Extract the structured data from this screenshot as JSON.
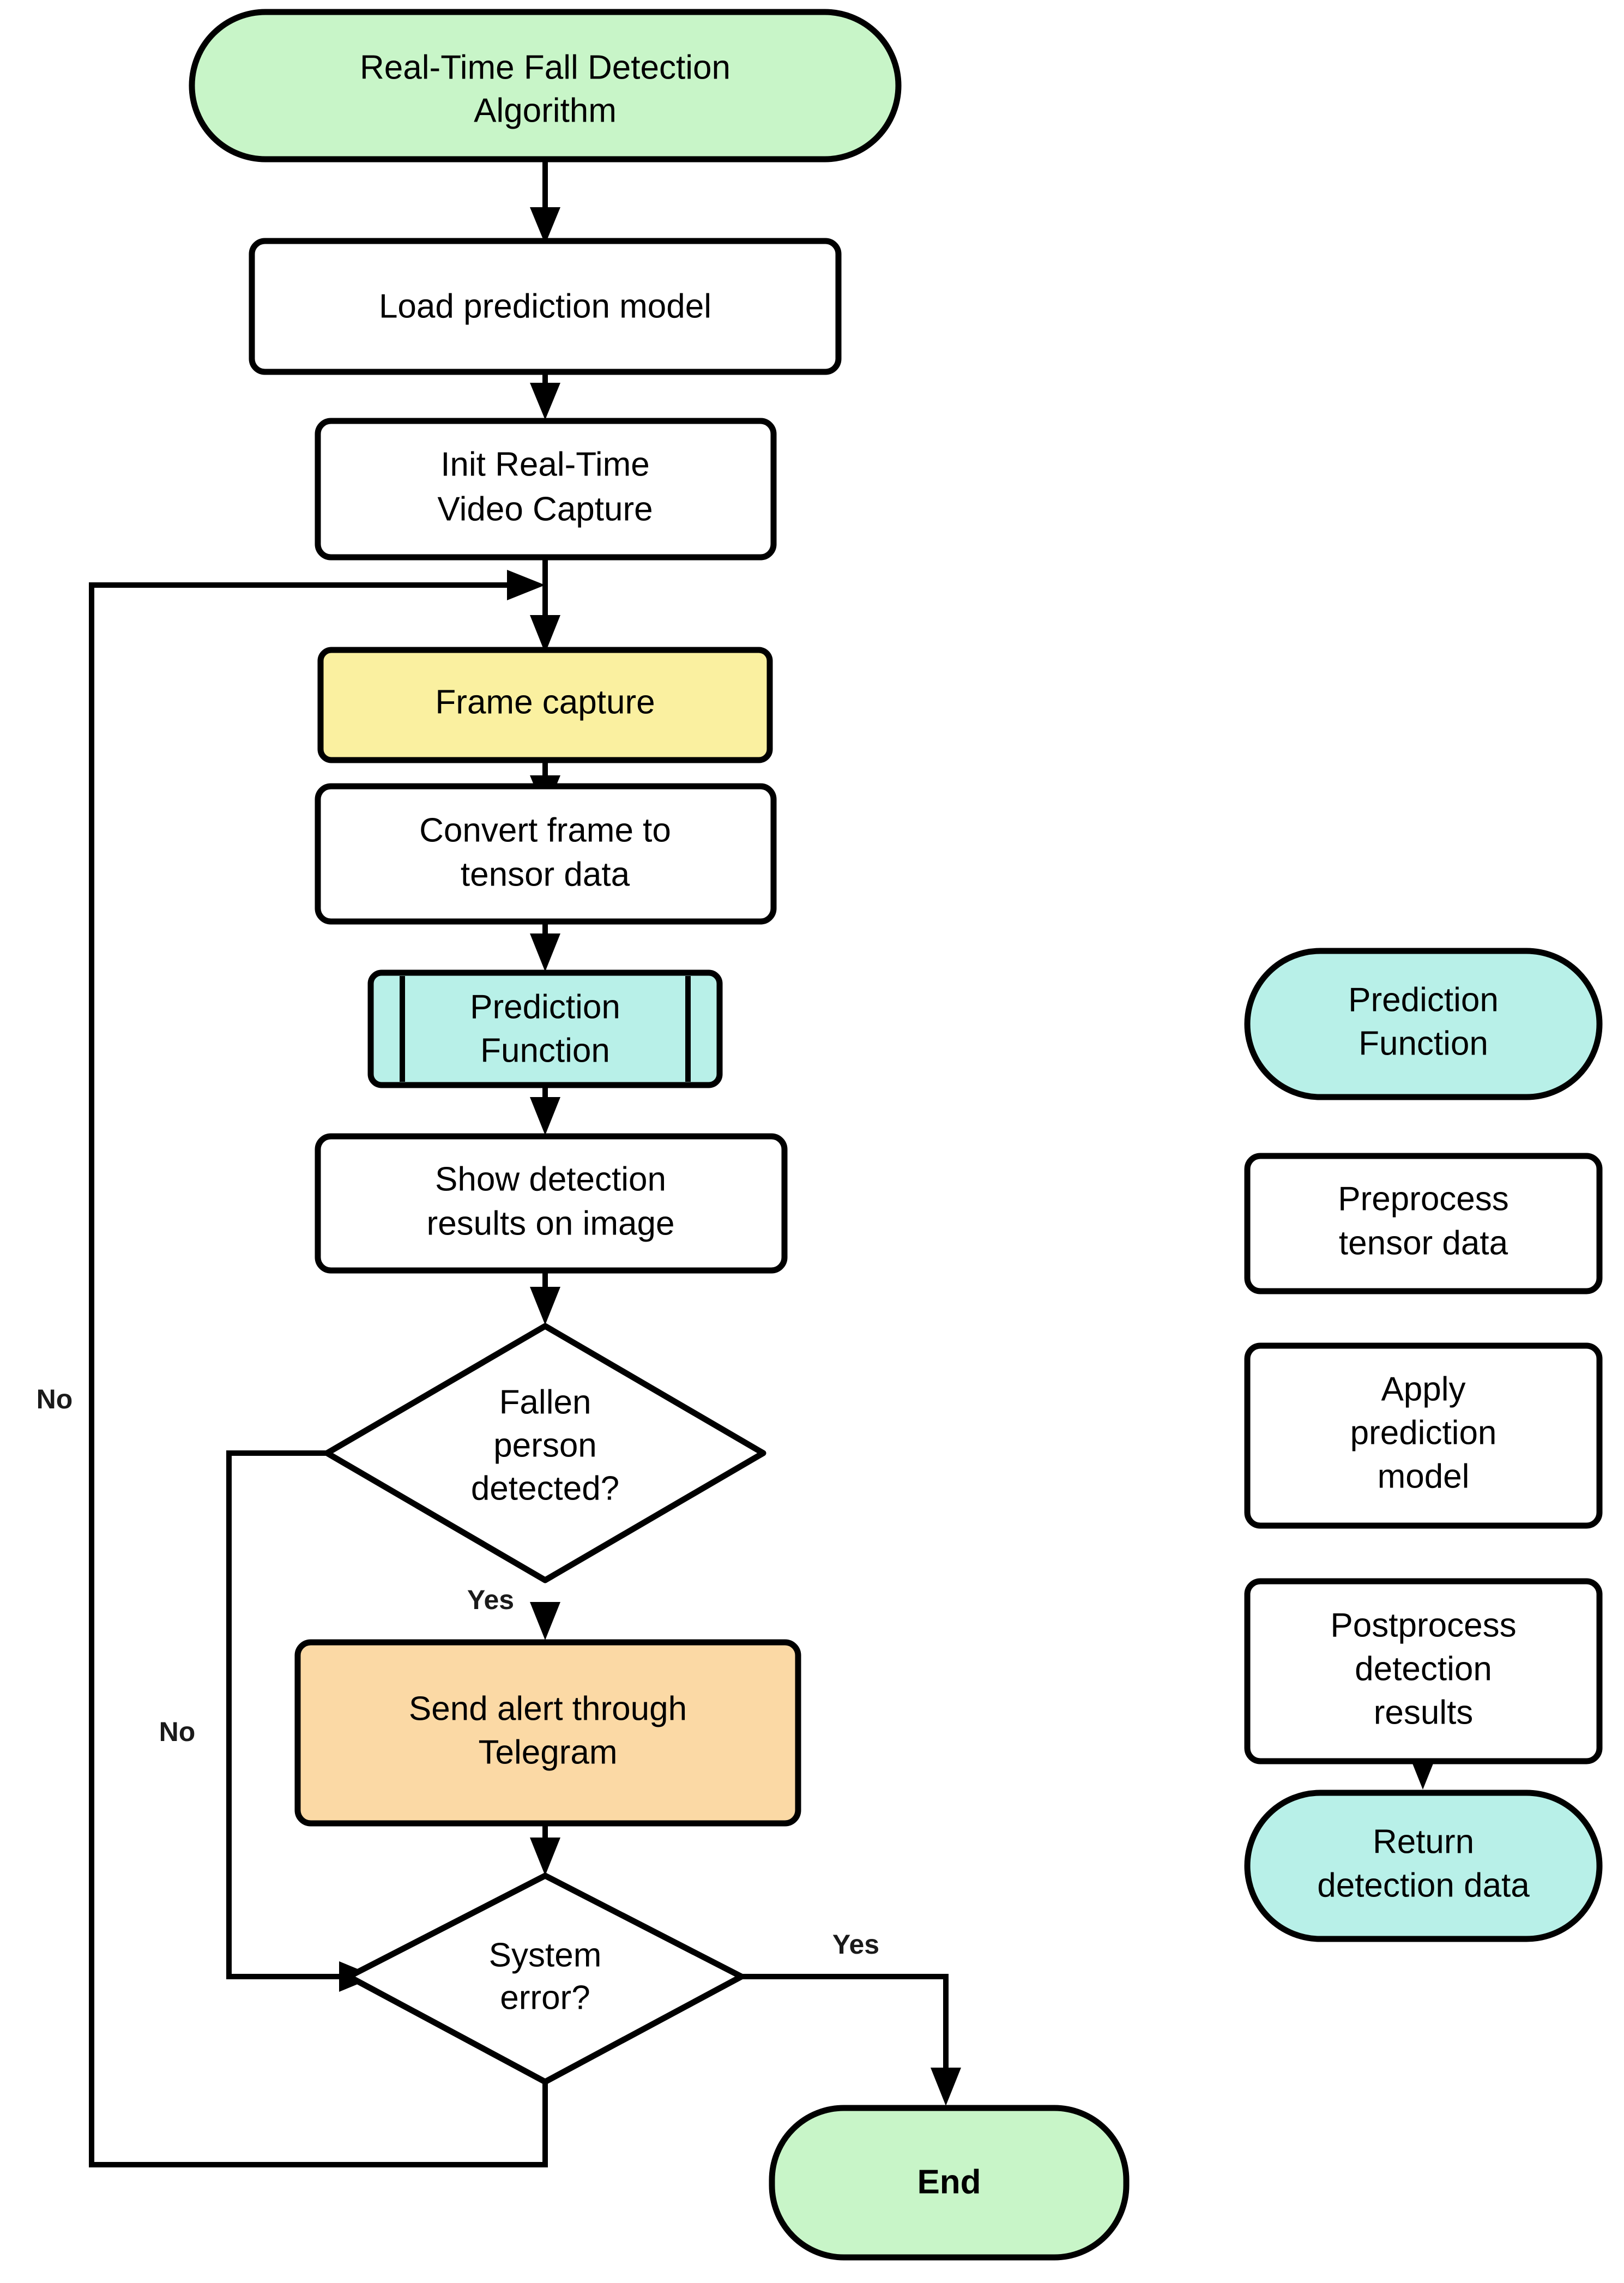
{
  "diagram": {
    "title": "Real-Time Fall Detection Algorithm Flowchart",
    "background": "#ffffff",
    "stroke": "#000000",
    "colors": {
      "terminator_green": "#c8f5c8",
      "process_white": "#ffffff",
      "highlight_yellow": "#faf0a0",
      "subroutine_cyan": "#b8f0e8",
      "alert_orange": "#fbd9a5"
    }
  },
  "main_flow": {
    "nodes": [
      {
        "id": "start",
        "shape": "terminator",
        "label": "Real-Time Fall Detection Algorithm",
        "lines": [
          "Real-Time Fall Detection",
          "Algorithm"
        ],
        "fill": "#c8f5c8",
        "bold": false
      },
      {
        "id": "load_model",
        "shape": "process",
        "label": "Load prediction model",
        "lines": [
          "Load prediction model"
        ],
        "fill": "#ffffff",
        "bold": false
      },
      {
        "id": "init_capture",
        "shape": "process",
        "label": "Init Real-Time Video Capture",
        "lines": [
          "Init Real-Time",
          "Video Capture"
        ],
        "fill": "#ffffff",
        "bold": false
      },
      {
        "id": "frame_capture",
        "shape": "process",
        "label": "Frame capture",
        "lines": [
          "Frame capture"
        ],
        "fill": "#faf0a0",
        "bold": false
      },
      {
        "id": "convert",
        "shape": "process",
        "label": "Convert frame to tensor data",
        "lines": [
          "Convert frame to",
          "tensor data"
        ],
        "fill": "#ffffff",
        "bold": false
      },
      {
        "id": "predict_call",
        "shape": "subroutine",
        "label": "Prediction Function",
        "lines": [
          "Prediction",
          "Function"
        ],
        "fill": "#b8f0e8",
        "bold": false
      },
      {
        "id": "show_results",
        "shape": "process",
        "label": "Show detection results on image",
        "lines": [
          "Show detection",
          "results on image"
        ],
        "fill": "#ffffff",
        "bold": false
      },
      {
        "id": "fallen_q",
        "shape": "decision",
        "label": "Fallen person detected?",
        "lines": [
          "Fallen",
          "person",
          "detected?"
        ],
        "fill": "#ffffff",
        "bold": false
      },
      {
        "id": "send_alert",
        "shape": "process",
        "label": "Send alert through Telegram",
        "lines": [
          "Send alert through",
          "Telegram"
        ],
        "fill": "#fbd9a5",
        "bold": false
      },
      {
        "id": "error_q",
        "shape": "decision",
        "label": "System error?",
        "lines": [
          "System",
          "error?"
        ],
        "fill": "#ffffff",
        "bold": false
      },
      {
        "id": "end",
        "shape": "terminator",
        "label": "End",
        "lines": [
          "End"
        ],
        "fill": "#c8f5c8",
        "bold": true
      }
    ],
    "edge_labels": {
      "fallen_no": "No",
      "fallen_yes": "Yes",
      "error_no": "No",
      "error_yes": "Yes"
    }
  },
  "subroutine_flow": {
    "nodes": [
      {
        "id": "sub_start",
        "shape": "terminator",
        "label": "Prediction Function",
        "lines": [
          "Prediction",
          "Function"
        ],
        "fill": "#b8f0e8",
        "bold": false
      },
      {
        "id": "preprocess",
        "shape": "process",
        "label": "Preprocess tensor data",
        "lines": [
          "Preprocess",
          "tensor data"
        ],
        "fill": "#ffffff",
        "bold": false
      },
      {
        "id": "apply",
        "shape": "process",
        "label": "Apply prediction model",
        "lines": [
          "Apply",
          "prediction",
          "model"
        ],
        "fill": "#ffffff",
        "bold": false
      },
      {
        "id": "postprocess",
        "shape": "process",
        "label": "Postprocess detection results",
        "lines": [
          "Postprocess",
          "detection",
          "results"
        ],
        "fill": "#ffffff",
        "bold": false
      },
      {
        "id": "sub_return",
        "shape": "terminator",
        "label": "Return detection data",
        "lines": [
          "Return",
          "detection data"
        ],
        "fill": "#b8f0e8",
        "bold": false
      }
    ]
  }
}
